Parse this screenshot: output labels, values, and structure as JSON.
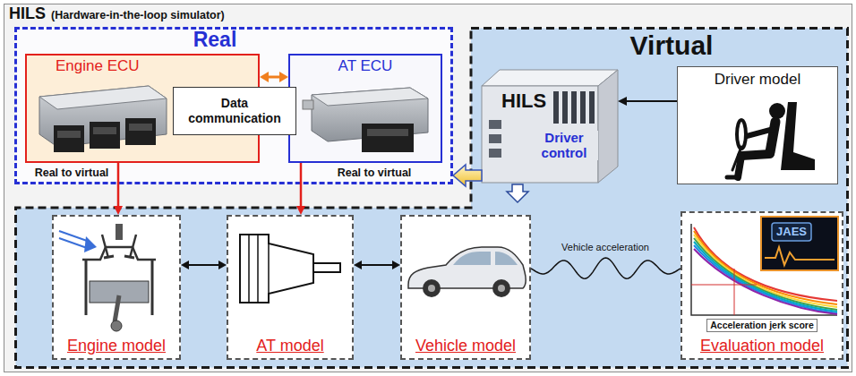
{
  "diagram": {
    "nodes": [
      {
        "text": [
          "HILS",
          "(Hardware-in-the-loop simulator)"
        ]
      },
      {
        "text": [
          "Real"
        ],
        "in": 0
      },
      {
        "text": [
          "Engine ECU"
        ],
        "in": 1
      },
      {
        "text": [
          "AT ECU"
        ],
        "in": 1
      },
      {
        "text": [
          "Data communication"
        ],
        "in": 1
      },
      {
        "text": [
          "Virtual"
        ],
        "in": 0
      },
      {
        "text": [
          "HILS"
        ],
        "in": 5
      },
      {
        "text": [
          "Driver model"
        ],
        "in": 5
      },
      {
        "text": [
          "Engine model"
        ],
        "in": 5
      },
      {
        "text": [
          "AT model"
        ],
        "in": 5
      },
      {
        "text": [
          "Vehicle model"
        ],
        "in": 5
      },
      {
        "text": [
          "Evaluation model"
        ],
        "in": 5
      }
    ],
    "edges": [
      {
        "from": 2,
        "to": 3,
        "arrow": "both"
      },
      {
        "from": 7,
        "to": 6,
        "arrow": "to"
      },
      {
        "from": 6,
        "to": 1,
        "arrow": "to"
      },
      {
        "from": 2,
        "to": 8,
        "label": "Real to virtual",
        "arrow": "to"
      },
      {
        "from": 3,
        "to": 9,
        "label": "Real to virtual",
        "arrow": "to"
      },
      {
        "from": 8,
        "to": 9,
        "arrow": "both"
      },
      {
        "from": 9,
        "to": 10,
        "arrow": "both"
      },
      {
        "from": 10,
        "to": 11,
        "label": "Vehicle acceleration",
        "arrow": "none"
      }
    ],
    "labels": [
      "Driver control",
      "JAES",
      "Acceleration jerk score"
    ]
  }
}
